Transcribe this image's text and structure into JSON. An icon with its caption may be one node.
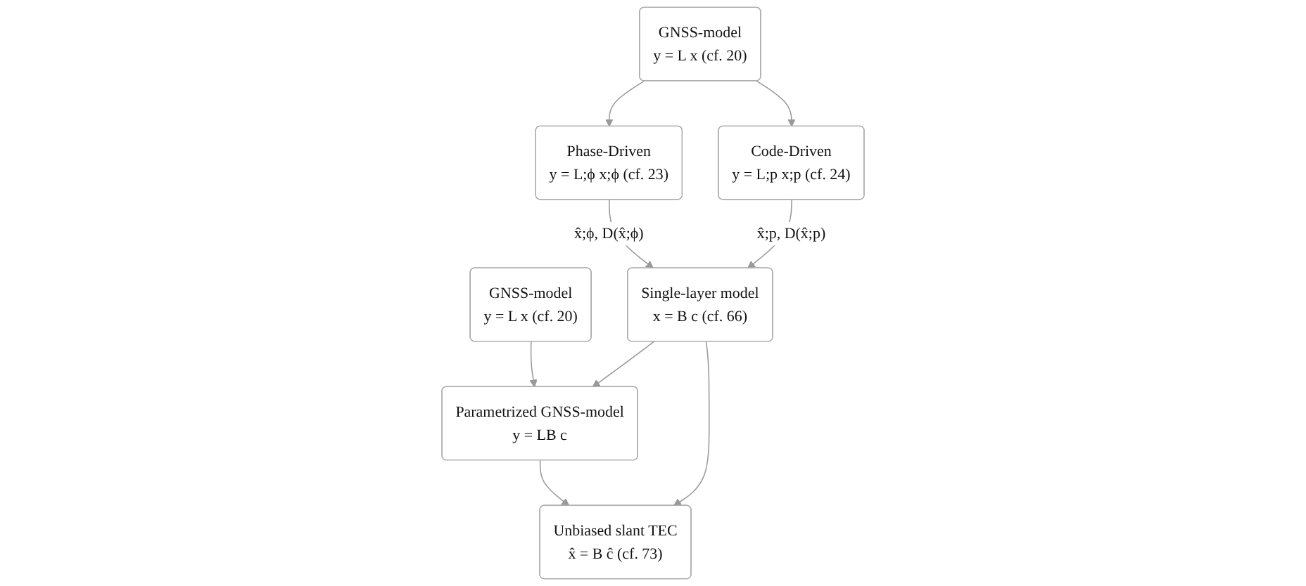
{
  "diagram": {
    "nodes": [
      {
        "text": [
          "GNSS-model",
          "y = L x (cf. 20)"
        ]
      },
      {
        "text": [
          "GNSS-model",
          "y = L x (cf. 20)"
        ]
      },
      {
        "text": [
          "Phase-Driven",
          "y = L;ϕ x;ϕ (cf. 23)"
        ]
      },
      {
        "text": [
          "Code-Driven",
          "y = L;p x;p (cf. 24)"
        ]
      },
      {
        "text": [
          "Single-layer model",
          "x = B c (cf. 66)"
        ]
      },
      {
        "text": [
          "Parametrized GNSS-model",
          "y = LB c"
        ]
      },
      {
        "text": [
          "Unbiased slant TEC",
          "x̂ = B ĉ (cf. 73)"
        ]
      }
    ],
    "edges": [
      {
        "from": 0,
        "to": 2,
        "arrow": "to"
      },
      {
        "from": 0,
        "to": 3,
        "arrow": "to"
      },
      {
        "from": 2,
        "to": 4,
        "arrow": "to",
        "label": "x̂;ϕ, D(x̂;ϕ)"
      },
      {
        "from": 3,
        "to": 4,
        "arrow": "to",
        "label": "x̂;p, D(x̂;p)"
      },
      {
        "from": 1,
        "to": 5,
        "arrow": "to"
      },
      {
        "from": 4,
        "to": 5,
        "arrow": "to"
      },
      {
        "from": 4,
        "to": 6,
        "arrow": "to"
      },
      {
        "from": 5,
        "to": 6,
        "arrow": "to"
      }
    ]
  }
}
